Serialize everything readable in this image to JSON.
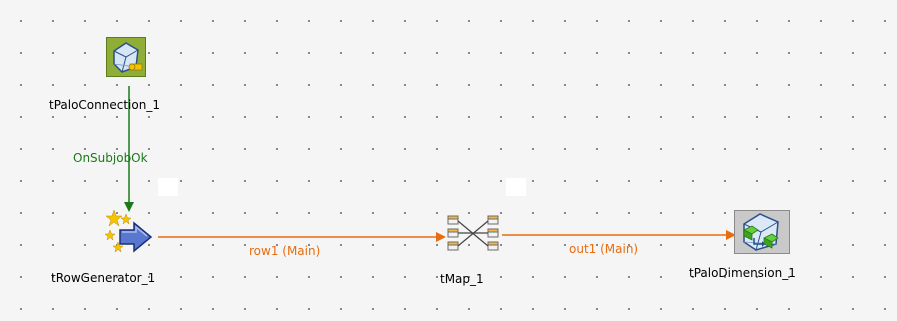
{
  "components": {
    "palo_connection": {
      "label": "tPaloConnection_1",
      "icon": "palo-connection-icon"
    },
    "row_generator": {
      "label": "tRowGenerator_1",
      "icon": "row-generator-icon"
    },
    "tmap": {
      "label": "tMap_1",
      "icon": "tmap-icon"
    },
    "palo_dimension": {
      "label": "tPaloDimension_1",
      "icon": "palo-dimension-icon"
    }
  },
  "links": {
    "trigger": {
      "label": "OnSubjobOk",
      "color": "#1a7a1a"
    },
    "row1": {
      "label": "row1 (Main)",
      "color": "#e86c10"
    },
    "out1": {
      "label": "out1 (Main)",
      "color": "#e86c10"
    }
  }
}
